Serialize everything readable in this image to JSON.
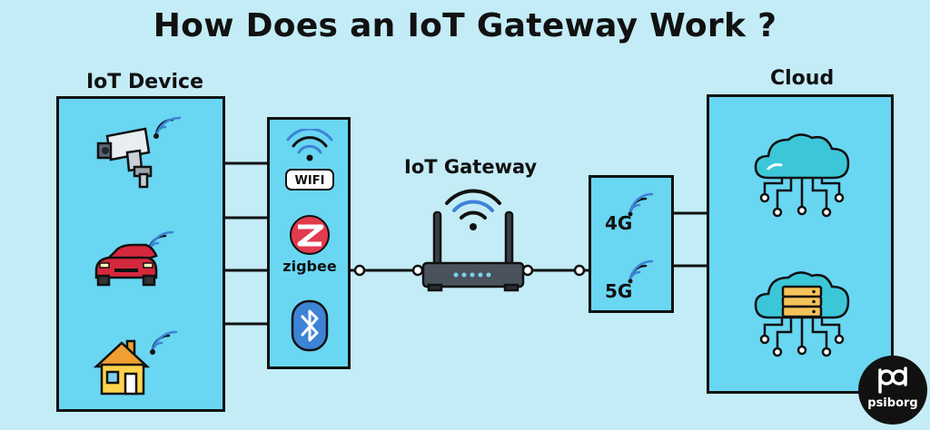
{
  "title": "How Does an IoT Gateway Work ?",
  "sections": {
    "devices_label": "IoT Device",
    "gateway_label": "IoT Gateway",
    "cloud_label": "Cloud"
  },
  "protocols": {
    "wifi": "WIFI",
    "zigbee": "zigbee"
  },
  "networks": [
    "4G",
    "5G"
  ],
  "brand": "psiborg",
  "colors": {
    "background": "#c3ecf7",
    "panel": "#69d6f2",
    "car": "#d6283d",
    "wifi_arc": "#3d83d6",
    "zigbee": "#e23a4e"
  }
}
